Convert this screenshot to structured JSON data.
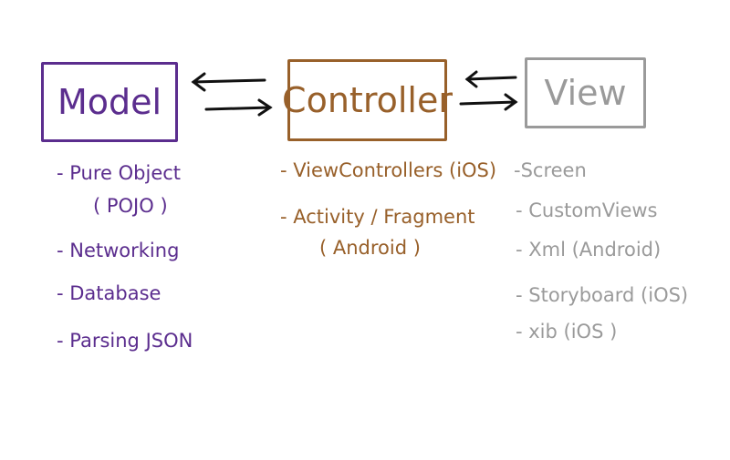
{
  "model": {
    "title": "Model",
    "color": "#5b2d8e",
    "items": [
      "- Pure Object",
      "( POJO )",
      "- Networking",
      "- Database",
      "- Parsing JSON"
    ]
  },
  "controller": {
    "title": "Controller",
    "color": "#98602a",
    "items": [
      "- ViewControllers (iOS)",
      "- Activity / Fragment",
      "( Android )"
    ]
  },
  "view": {
    "title": "View",
    "color": "#9a9a9a",
    "items": [
      "-Screen",
      "- CustomViews",
      "- Xml (Android)",
      "- Storyboard (iOS)",
      "- xib (iOS )"
    ]
  }
}
